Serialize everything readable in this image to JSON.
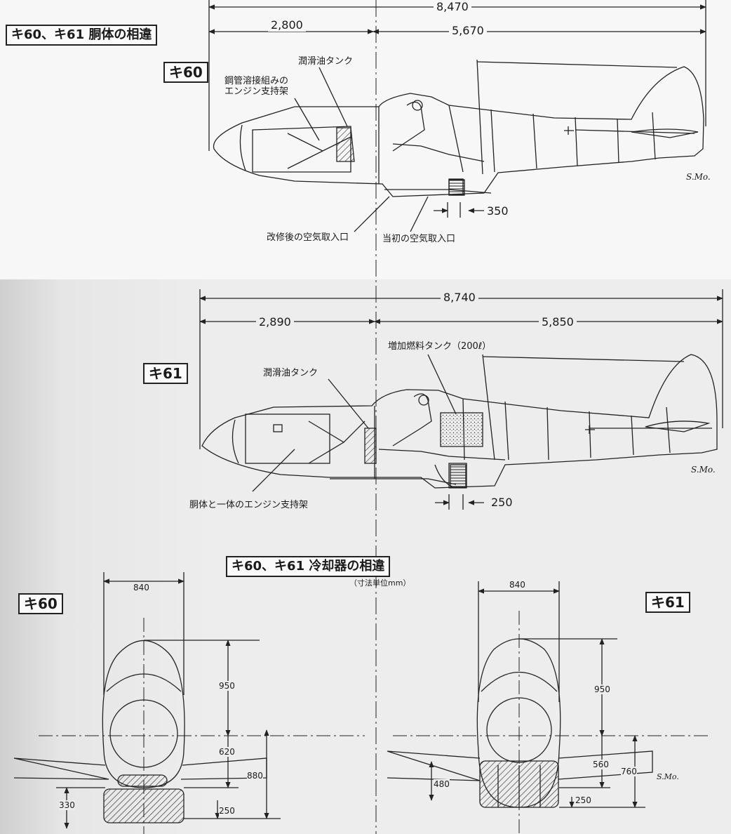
{
  "titles": {
    "fuselage_compare": "キ60、キ61 胴体の相違",
    "radiator_compare": "キ60、キ61 冷却器の相違",
    "units_note": "（寸法単位mm）"
  },
  "ki60_side": {
    "label": "キ60",
    "overall_length": "8,470",
    "front_length": "2,800",
    "rear_length": "5,670",
    "oil_tank": "潤滑油タンク",
    "engine_mount": "鋼管溶接組みの\nエンジン支持架",
    "modified_intake": "改修後の空気取入口",
    "original_intake": "当初の空気取入口",
    "intake_offset": "350",
    "signature": "S.Mo."
  },
  "ki61_side": {
    "label": "キ61",
    "overall_length": "8,740",
    "front_length": "2,890",
    "rear_length": "5,850",
    "extra_fuel_tank": "増加燃料タンク（200ℓ）",
    "oil_tank": "潤滑油タンク",
    "engine_mount": "胴体と一体のエンジン支持架",
    "intake_offset": "250",
    "signature": "S.Mo."
  },
  "ki60_front": {
    "label": "キ60",
    "width": "840",
    "height_upper": "950",
    "dim_620": "620",
    "dim_880": "880",
    "dim_330": "330",
    "dim_250": "250"
  },
  "ki61_front": {
    "label": "キ61",
    "width": "840",
    "height_upper": "950",
    "dim_560": "560",
    "dim_760": "760",
    "dim_480": "480",
    "dim_250": "250",
    "signature": "S.Mo."
  }
}
